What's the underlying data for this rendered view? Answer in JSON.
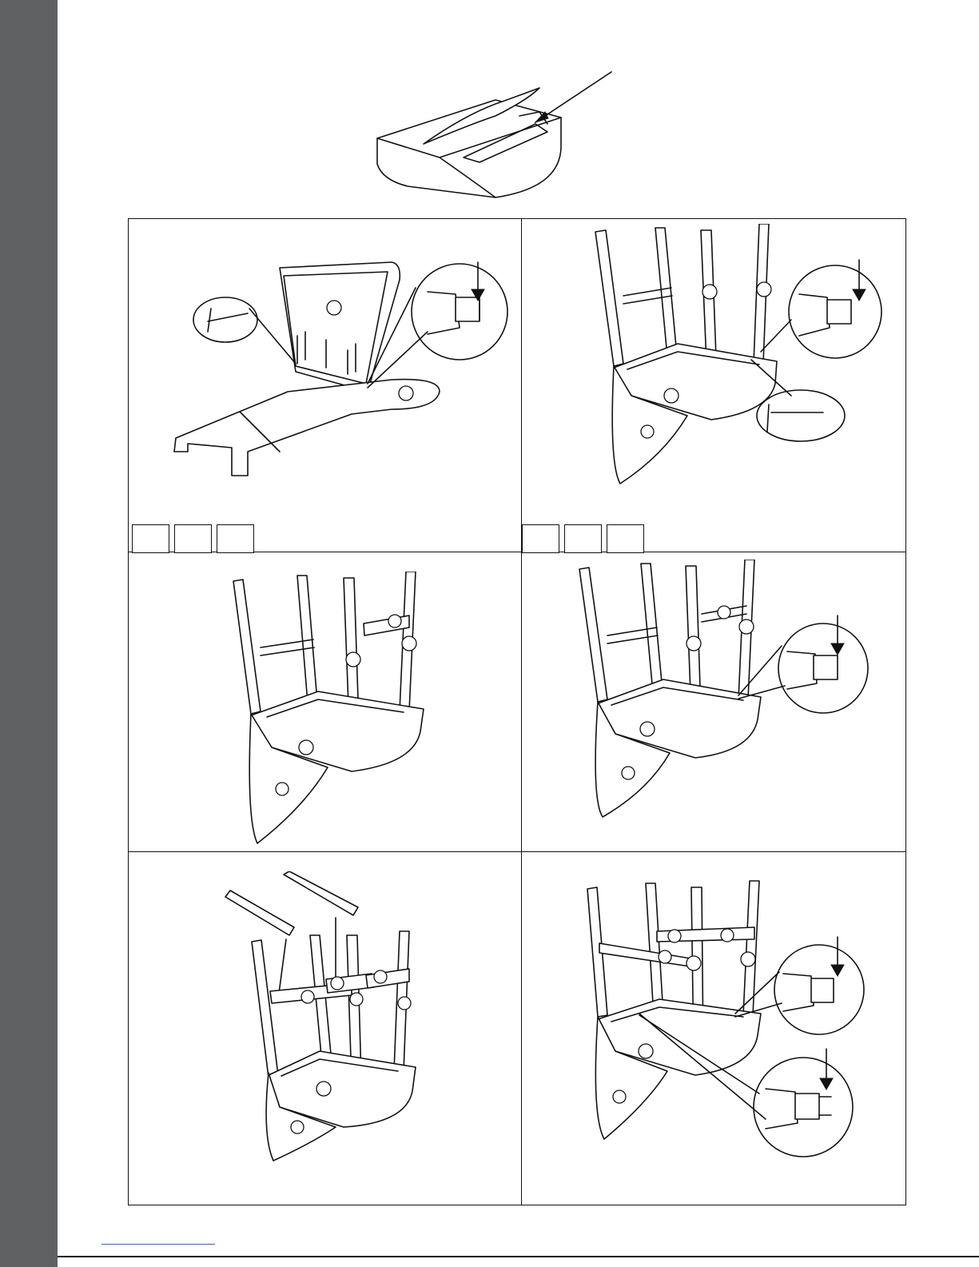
{
  "page": {
    "sidebar_color": "#5f6062",
    "line_color": "#111111",
    "link_color": "#3b5bdb"
  },
  "figures": {
    "top": {
      "icon": "seat-cushion-illustration"
    },
    "step1": {
      "icon": "seat-frame-attach-illustration",
      "hardware_boxes": [
        "",
        "",
        ""
      ]
    },
    "step2": {
      "icon": "chair-upside-down-bolts-illustration",
      "hardware_boxes": [
        "",
        "",
        ""
      ]
    },
    "step3": {
      "icon": "rear-stretcher-insert-illustration"
    },
    "step4": {
      "icon": "rear-stretcher-tighten-illustration"
    },
    "step5": {
      "icon": "side-stretchers-insert-illustration"
    },
    "step6": {
      "icon": "final-tighten-illustration"
    }
  }
}
